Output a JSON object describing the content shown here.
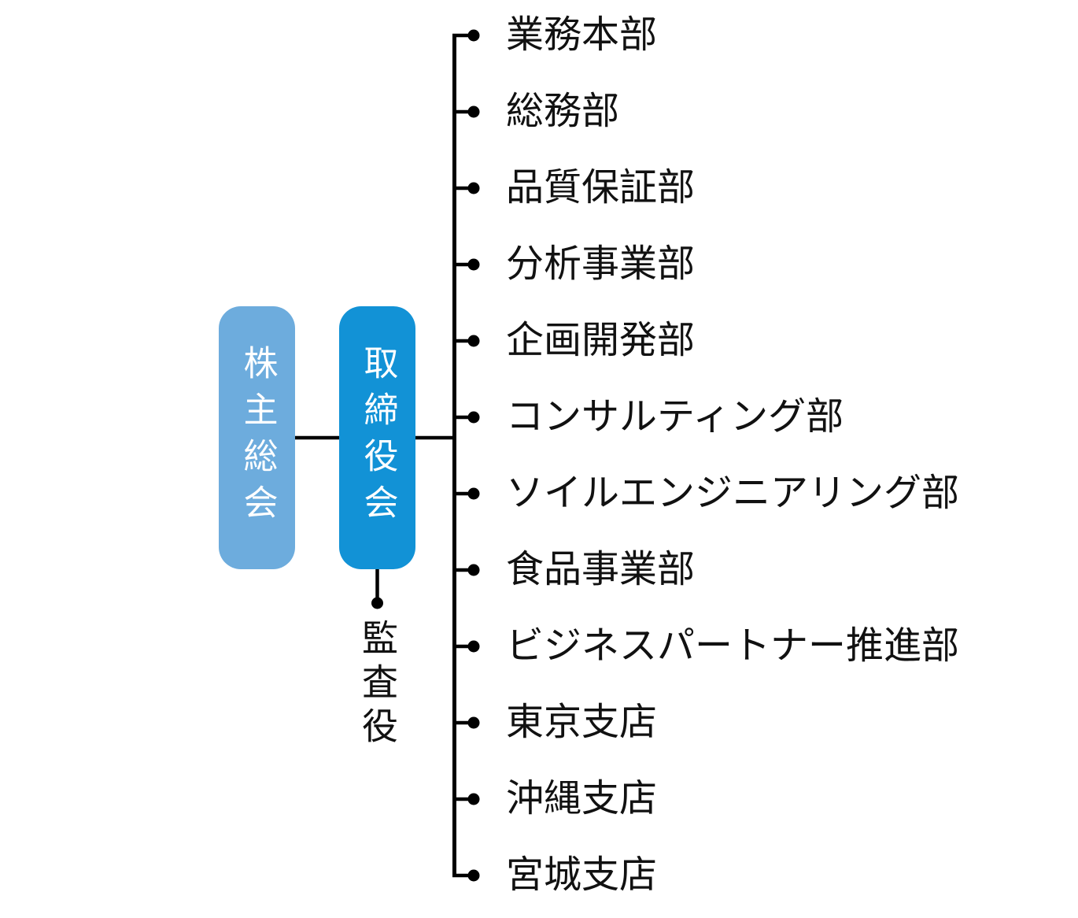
{
  "chart": {
    "type": "org-chart",
    "title": "",
    "nodes": {
      "shareholders": {
        "label": "株主総会",
        "color": "#6DACDD",
        "text_color": "#ffffff"
      },
      "board": {
        "label": "取締役会",
        "color": "#1292D6",
        "text_color": "#ffffff"
      },
      "auditor": {
        "label": "監査役",
        "text_color": "#111111"
      }
    },
    "hierarchy": {
      "shareholders_to_board": "connected",
      "board_to_auditor": "connected",
      "board_to_departments": "connected"
    },
    "departments": [
      {
        "label": "業務本部"
      },
      {
        "label": "総務部"
      },
      {
        "label": "品質保証部"
      },
      {
        "label": "分析事業部"
      },
      {
        "label": "企画開発部"
      },
      {
        "label": "コンサルティング部"
      },
      {
        "label": "ソイルエンジニアリング部"
      },
      {
        "label": "食品事業部"
      },
      {
        "label": "ビジネスパートナー推進部"
      },
      {
        "label": "東京支店"
      },
      {
        "label": "沖縄支店"
      },
      {
        "label": "宮城支店"
      }
    ],
    "line_color": "#000000",
    "background_color": "#ffffff"
  }
}
